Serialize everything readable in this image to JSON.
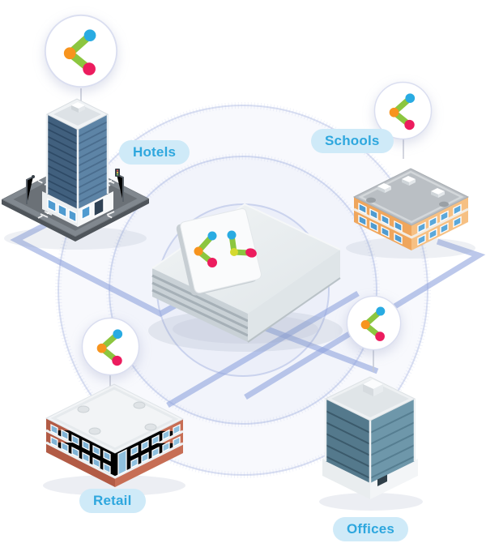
{
  "diagram": {
    "nodes": [
      {
        "id": "hotels",
        "label": "Hotels"
      },
      {
        "id": "schools",
        "label": "Schools"
      },
      {
        "id": "retail",
        "label": "Retail"
      },
      {
        "id": "offices",
        "label": "Offices"
      }
    ],
    "hub": {
      "type": "network-switch"
    },
    "badge_icon": "brand-chevron-logo",
    "colors": {
      "accent_cyan": "#29ABE2",
      "accent_green": "#8CC63F",
      "accent_orange": "#F7941E",
      "accent_pink": "#EC1C5E",
      "accent_yellow": "#D4D92F",
      "line_blue": "#8FA3DD",
      "pill_bg": "#CFEAF8",
      "pill_text": "#2EA7DE"
    }
  }
}
